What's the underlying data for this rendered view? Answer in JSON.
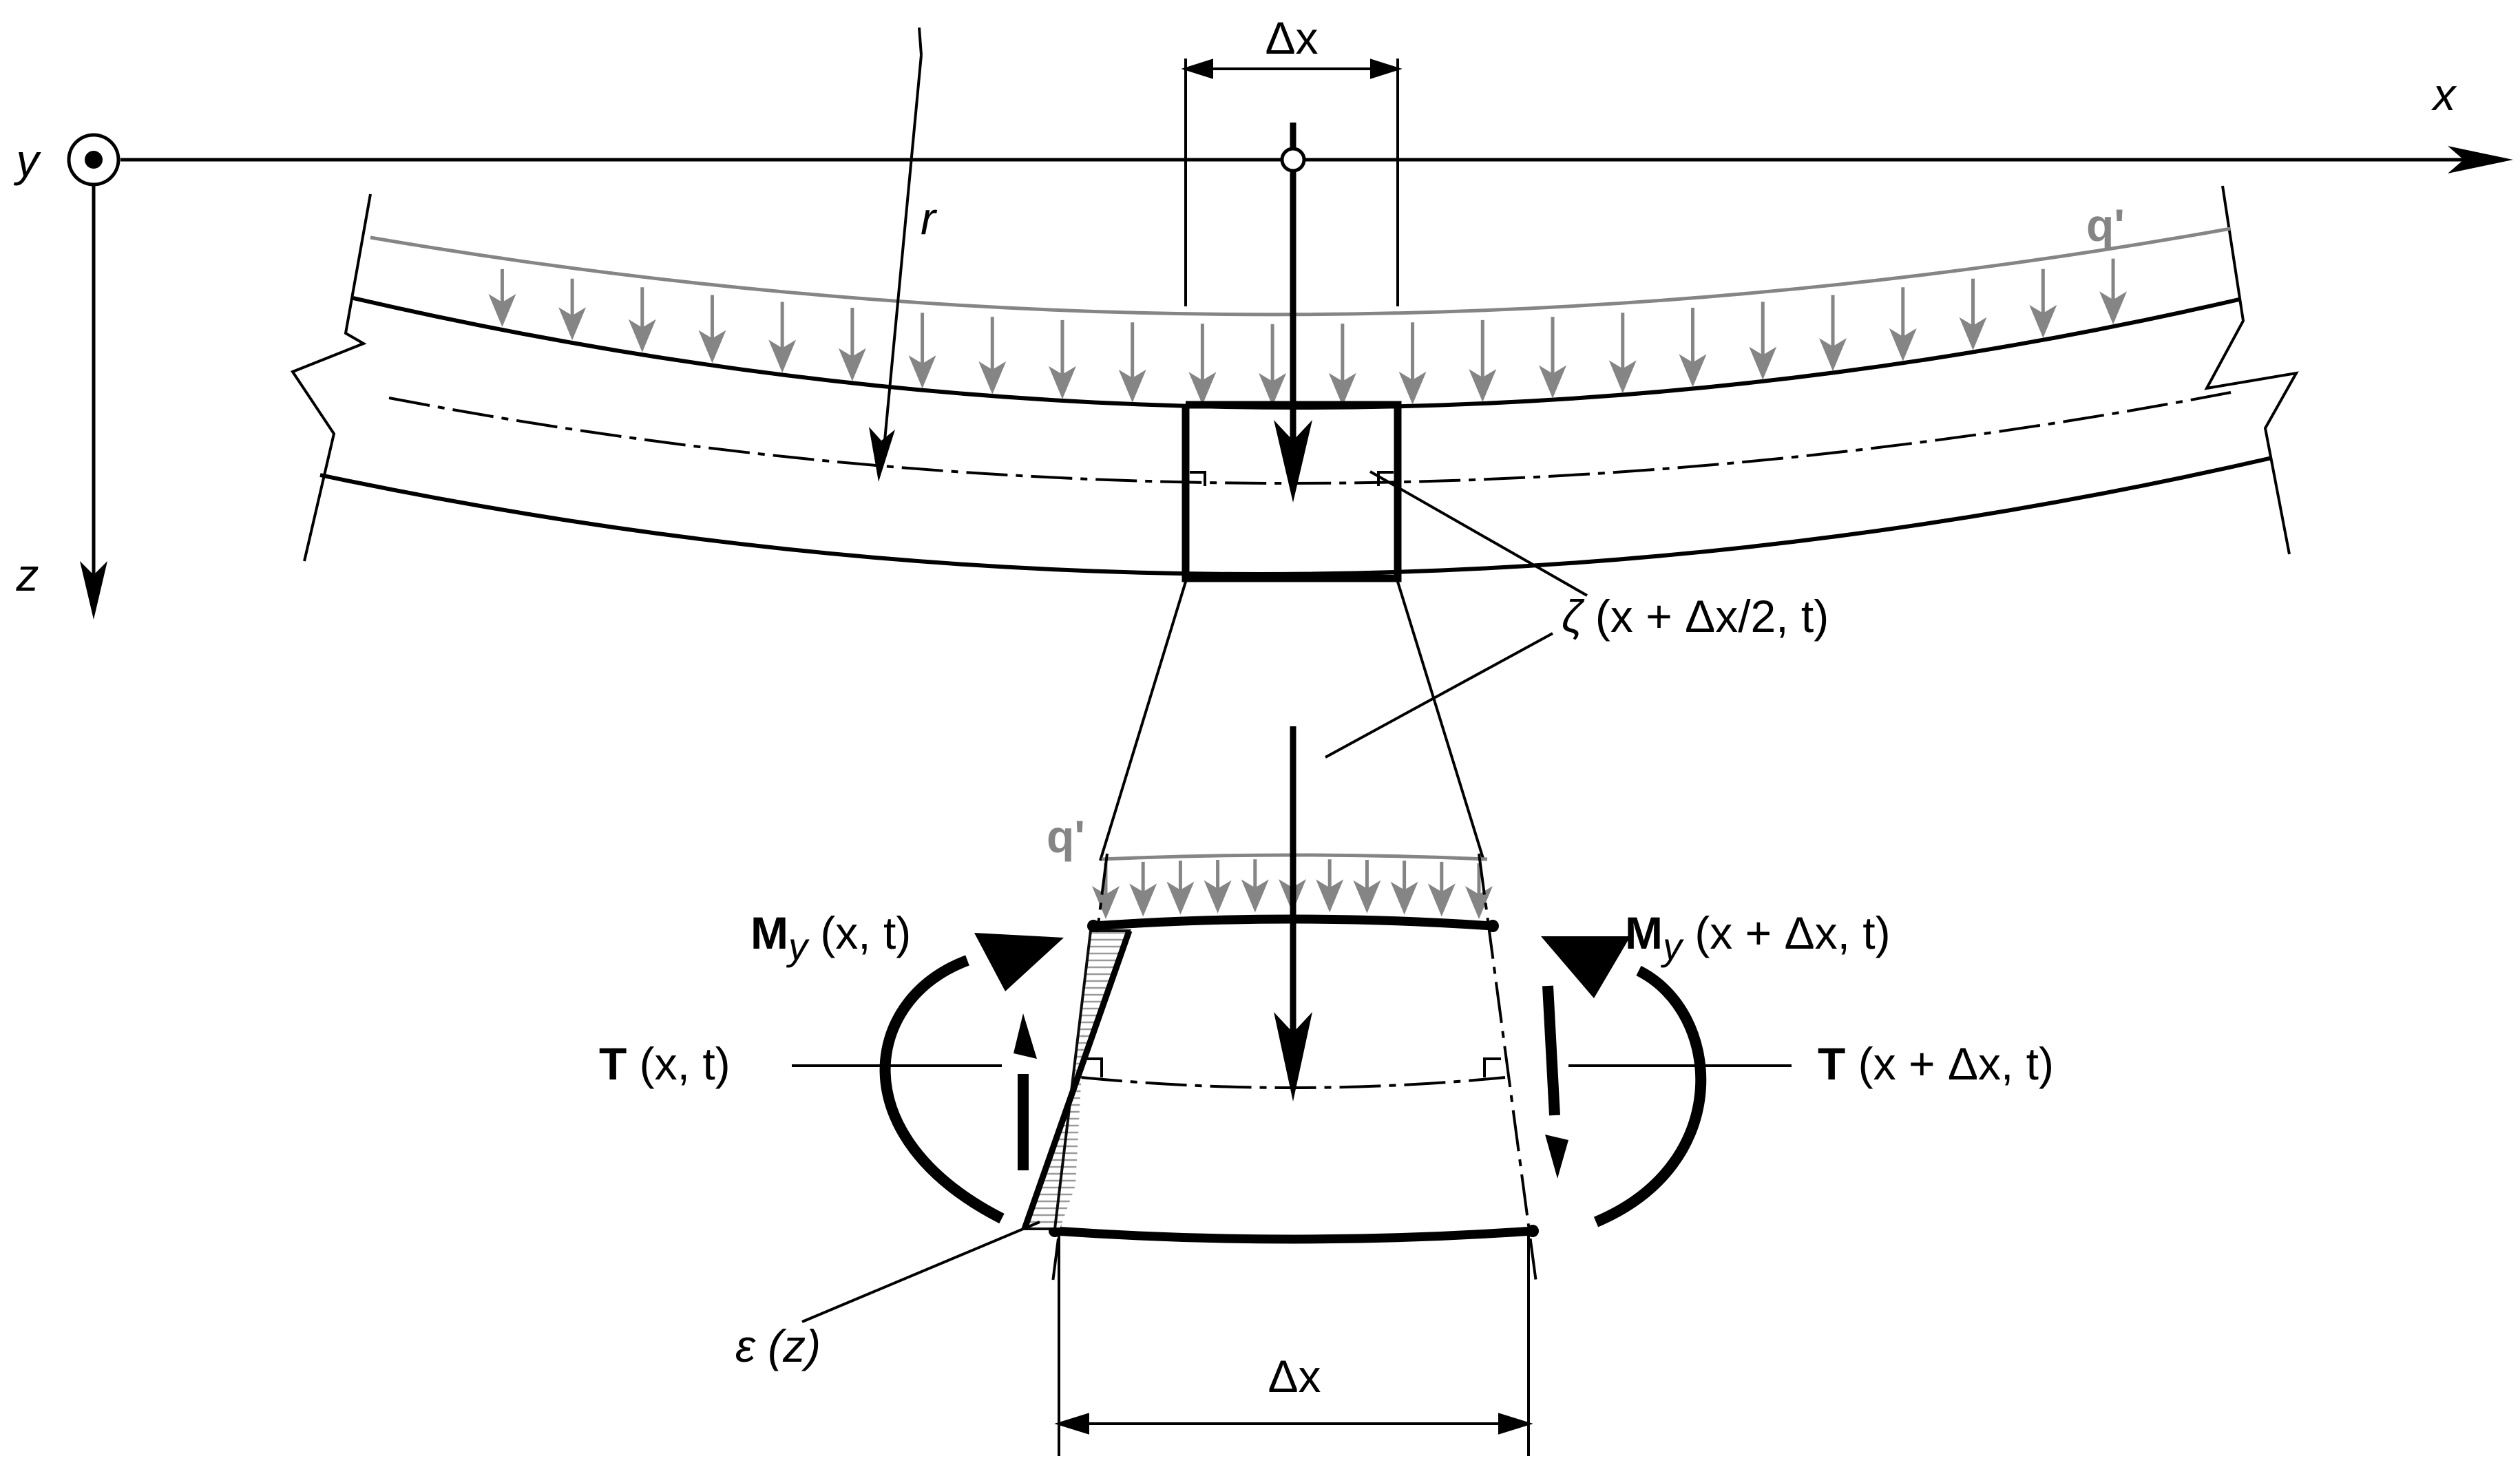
{
  "colors": {
    "ink": "#000000",
    "load": "#858585",
    "hatch": "#bdbdbd",
    "background": "#ffffff"
  },
  "icons": {
    "y_axis_out_of_page": "circle-with-dot"
  },
  "axes": {
    "x": "x",
    "y": "y",
    "z": "z"
  },
  "labels": {
    "radius": "r",
    "load_top": "q'",
    "load_bottom": "q'",
    "dx_top": "Δx",
    "dx_bottom": "Δx",
    "deflection": {
      "symbol": "ζ",
      "args": " (x + Δx/2, t)"
    },
    "moment_left": {
      "symbol": "M",
      "sub": "y",
      "args": " (x, t)"
    },
    "moment_right": {
      "symbol": "M",
      "sub": "y",
      "args": " (x + Δx, t)"
    },
    "shear_left": {
      "symbol": "T",
      "args": " (x, t)"
    },
    "shear_right": {
      "symbol": "T",
      "args": " (x + Δx, t)"
    },
    "strain": "ε (z)"
  }
}
